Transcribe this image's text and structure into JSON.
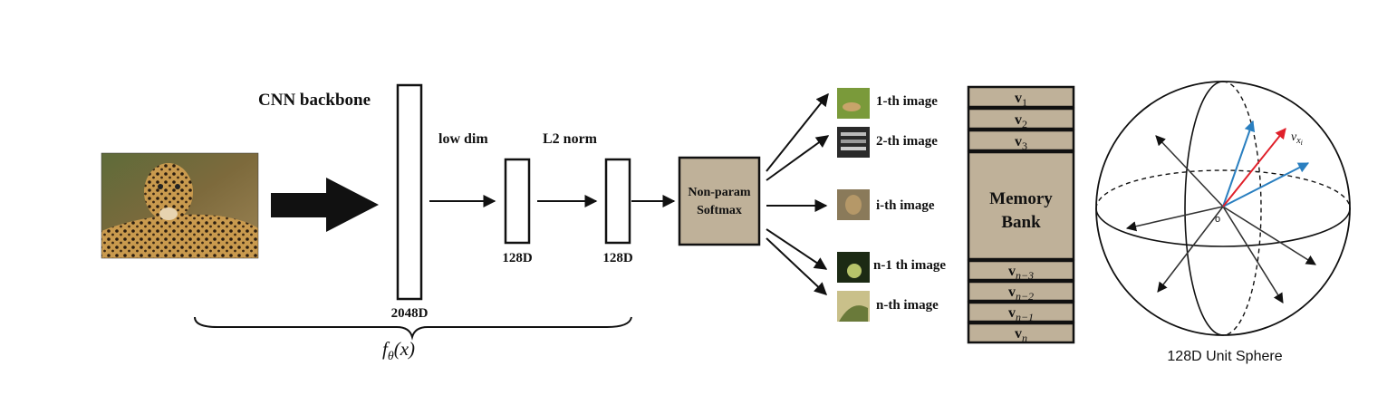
{
  "colors": {
    "tan_fill": "#bfb199",
    "blue_arrow": "#2a7fc0",
    "red_arrow": "#e0202a",
    "ink": "#111111"
  },
  "labels": {
    "cnn_backbone": "CNN backbone",
    "low_dim": "low dim",
    "l2_norm": "L2 norm",
    "dim_2048": "2048D",
    "dim_128_a": "128D",
    "dim_128_b": "128D",
    "f_theta_main": "f",
    "f_theta_sub": "θ",
    "f_theta_arg": "(x)",
    "softmax_line1": "Non-param",
    "softmax_line2": "Softmax",
    "memory_line1": "Memory",
    "memory_line2": "Bank",
    "sphere_caption": "128D Unit Sphere",
    "origin": "o",
    "vx_main": "v",
    "vx_sub": "x",
    "vx_subsub": "i"
  },
  "images": [
    {
      "label": "1-th image",
      "icon": "grass-animal-thumbnail"
    },
    {
      "label": "2-th image",
      "icon": "mechanical-parts-thumbnail"
    },
    {
      "label": "i-th image",
      "icon": "animal-thumbnail"
    },
    {
      "label": "n-1 th image",
      "icon": "plant-thumbnail"
    },
    {
      "label": "n-th image",
      "icon": "tree-thumbnail"
    }
  ],
  "memory_top": [
    {
      "main": "v",
      "sub": "1"
    },
    {
      "main": "v",
      "sub": "2"
    },
    {
      "main": "v",
      "sub": "3"
    }
  ],
  "memory_bottom": [
    {
      "main": "v",
      "sub": "n−3"
    },
    {
      "main": "v",
      "sub": "n−2"
    },
    {
      "main": "v",
      "sub": "n−1"
    },
    {
      "main": "v",
      "sub": "n"
    }
  ],
  "input_image": {
    "icon": "leopard-photo"
  }
}
